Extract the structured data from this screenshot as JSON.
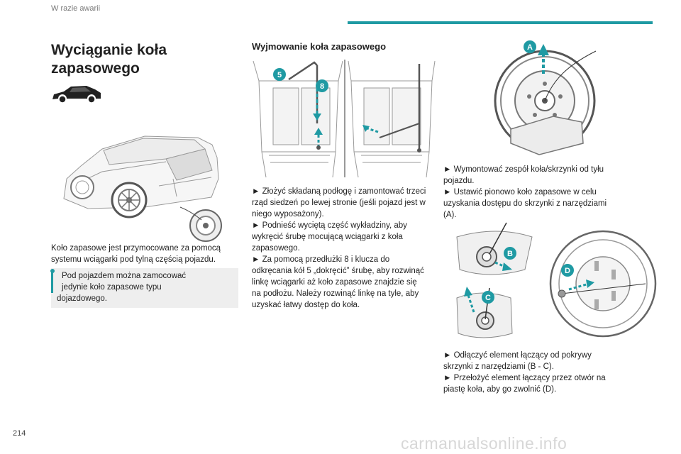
{
  "header": {
    "section": "W razie awarii",
    "accent_color": "#1f9aa3"
  },
  "page_number": "214",
  "left": {
    "title_line1": "Wyciąganie koła",
    "title_line2": "zapasowego",
    "body_line1": "Koło zapasowe jest przymocowane za pomocą",
    "body_line2": "systemu wciągarki pod tylną częścią pojazdu.",
    "note_line1": "Pod pojazdem można zamocować",
    "note_line2": "jedynie koło zapasowe typu",
    "note_line3": "dojazdowego.",
    "note_icon": "info-icon"
  },
  "middle": {
    "subtitle": "Wyjmowanie koła zapasowego",
    "badges": [
      "5",
      "8"
    ],
    "lines": [
      "► Złożyć składaną podłogę i zamontować trzeci",
      "rząd siedzeń po lewej stronie (jeśli pojazd jest w",
      "niego wyposażony).",
      "► Podnieść wyciętą część wykładziny, aby",
      "wykręcić śrubę mocującą wciągarki z koła",
      "zapasowego.",
      "► Za pomocą przedłużki 8 i klucza do",
      "odkręcania kół 5 „dokręcić” śrubę, aby rozwinąć",
      "linkę wciągarki aż koło zapasowe znajdzie się",
      "na podłożu. Należy rozwinąć linkę na tyle, aby",
      "uzyskać łatwy dostęp do koła."
    ]
  },
  "right": {
    "badges": [
      "A",
      "B",
      "C",
      "D"
    ],
    "block1": [
      "► Wymontować zespół koła/skrzynki od tyłu",
      "pojazdu.",
      "► Ustawić pionowo koło zapasowe w celu",
      "uzyskania dostępu do skrzynki z narzędziami",
      "(A)."
    ],
    "block2": [
      "► Odłączyć element łączący od pokrywy",
      "skrzynki z narzędziami (B - C).",
      "► Przełożyć element łączący przez otwór na",
      "piastę koła, aby go zwolnić (D)."
    ]
  },
  "watermark": "carmanualsonline.info"
}
